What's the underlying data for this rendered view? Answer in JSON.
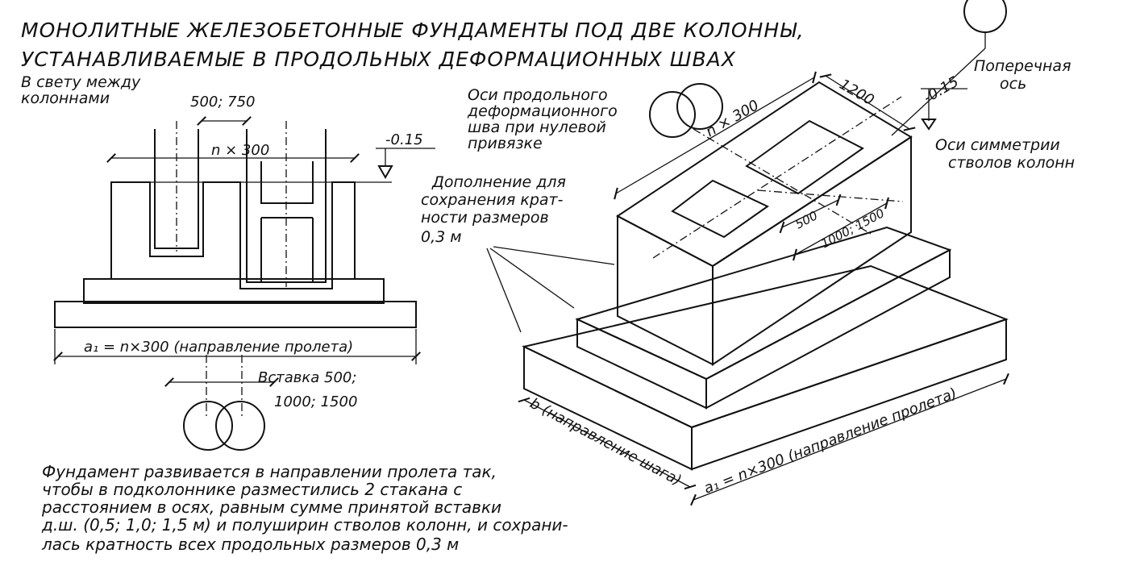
{
  "title": {
    "line1": "МОНОЛИТНЫЕ ЖЕЛЕЗОБЕТОННЫЕ ФУНДАМЕНТЫ ПОД ДВЕ КОЛОННЫ,",
    "line2": "УСТАНАВЛИВАЕМЫЕ В ПРОДОЛЬНЫХ ДЕФОРМАЦИОННЫХ ШВАХ"
  },
  "section": {
    "clear_label_1": "В свету между",
    "clear_label_2": "колоннами",
    "gap_dim": "500; 750",
    "pitch_dim": "n × 300",
    "level": "-0.15",
    "length_dim": "a₁ = n×300 (направление пролета)",
    "insert_1": "Вставка 500;",
    "insert_2": "1000; 1500"
  },
  "iso": {
    "long_axes_1": "Оси продольного",
    "long_axes_2": "деформационного",
    "long_axes_3": "шва при нулевой",
    "long_axes_4": "привязке",
    "cross_axis_1": "Поперечная",
    "cross_axis_2": "ось",
    "level": "-0.15",
    "width_dim": "1200",
    "pitch_dim": "n × 300",
    "sym_axes_1": "Оси симметрии",
    "sym_axes_2": "стволов колонн",
    "addition_1": "Дополнение для",
    "addition_2": "сохранения крат-",
    "addition_3": "ности размеров",
    "addition_4": "0,3 м",
    "dim_500": "500",
    "dim_1000": "1000; 1500",
    "base_b": "b (направление шага)",
    "base_a": "a₁ = n×300 (направление пролета)"
  },
  "note": {
    "line1": "Фундамент развивается в направлении пролета так,",
    "line2": "чтобы в подколоннике разместились 2 стакана с",
    "line3": "расстоянием в осях, равным сумме принятой вставки",
    "line4": "д.ш. (0,5; 1,0; 1,5 м) и полуширин стволов колонн, и сохрани-",
    "line5": "лась кратность всех продольных размеров 0,3 м"
  }
}
